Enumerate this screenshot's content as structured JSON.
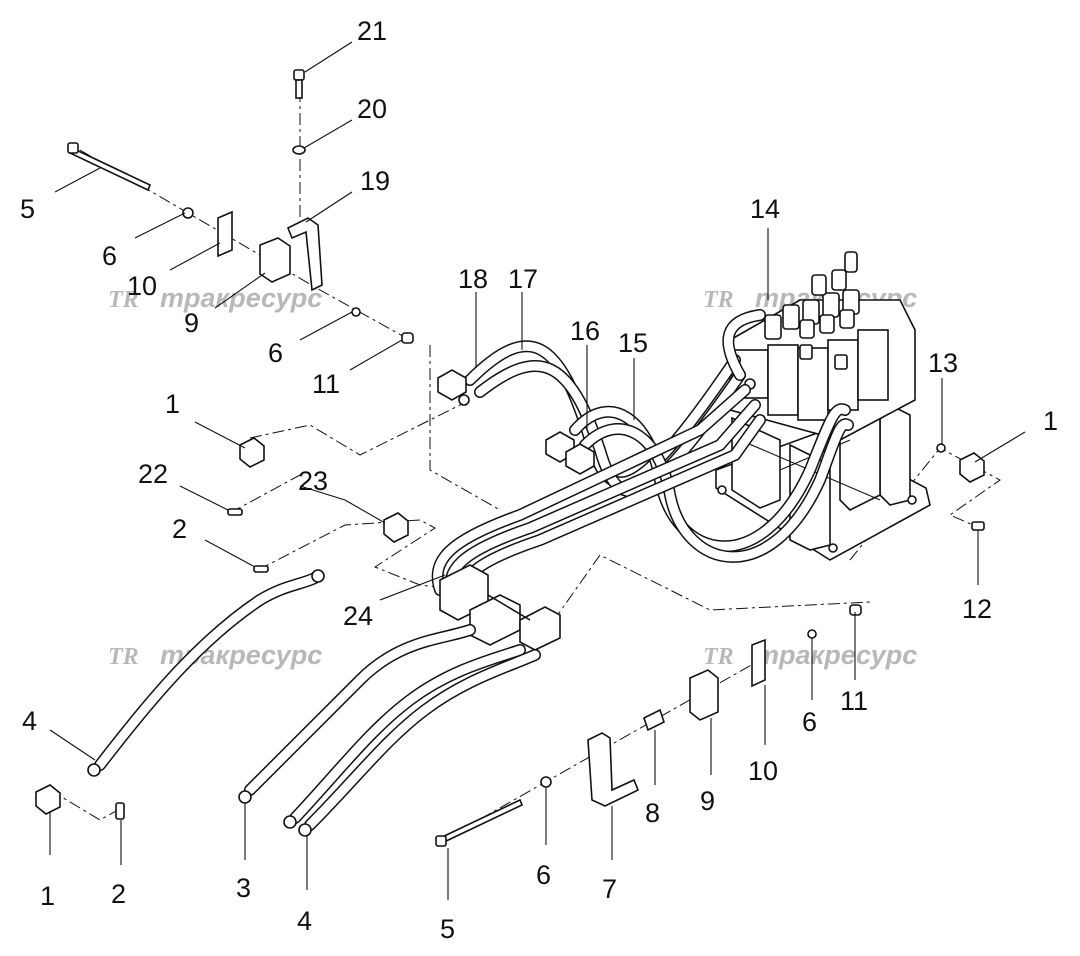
{
  "watermark": {
    "logo": "TR",
    "text": "тракресурс"
  },
  "callouts": [
    {
      "id": "c21",
      "text": "21"
    },
    {
      "id": "c20",
      "text": "20"
    },
    {
      "id": "c19",
      "text": "19"
    },
    {
      "id": "c5a",
      "text": "5"
    },
    {
      "id": "c6a",
      "text": "6"
    },
    {
      "id": "c10a",
      "text": "10"
    },
    {
      "id": "c9a",
      "text": "9"
    },
    {
      "id": "c6b",
      "text": "6"
    },
    {
      "id": "c11a",
      "text": "11"
    },
    {
      "id": "c18",
      "text": "18"
    },
    {
      "id": "c17",
      "text": "17"
    },
    {
      "id": "c16",
      "text": "16"
    },
    {
      "id": "c15",
      "text": "15"
    },
    {
      "id": "c14",
      "text": "14"
    },
    {
      "id": "c13",
      "text": "13"
    },
    {
      "id": "c1a",
      "text": "1"
    },
    {
      "id": "c1b",
      "text": "1"
    },
    {
      "id": "c22",
      "text": "22"
    },
    {
      "id": "c23",
      "text": "23"
    },
    {
      "id": "c2a",
      "text": "2"
    },
    {
      "id": "c12",
      "text": "12"
    },
    {
      "id": "c24",
      "text": "24"
    },
    {
      "id": "c4a",
      "text": "4"
    },
    {
      "id": "c11b",
      "text": "11"
    },
    {
      "id": "c6c",
      "text": "6"
    },
    {
      "id": "c10b",
      "text": "10"
    },
    {
      "id": "c9b",
      "text": "9"
    },
    {
      "id": "c8",
      "text": "8"
    },
    {
      "id": "c1c",
      "text": "1"
    },
    {
      "id": "c2b",
      "text": "2"
    },
    {
      "id": "c3",
      "text": "3"
    },
    {
      "id": "c4b",
      "text": "4"
    },
    {
      "id": "c6d",
      "text": "6"
    },
    {
      "id": "c7",
      "text": "7"
    },
    {
      "id": "c5b",
      "text": "5"
    }
  ]
}
